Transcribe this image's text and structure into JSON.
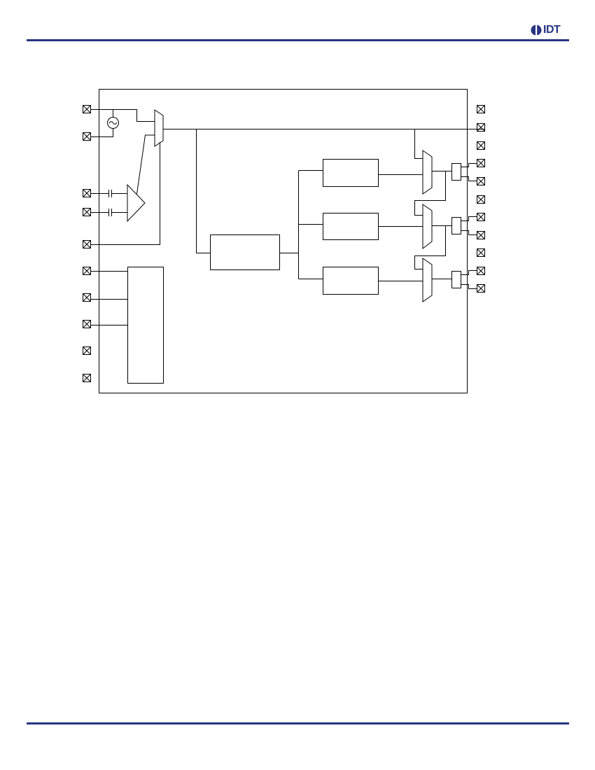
{
  "document": {
    "brand": {
      "logo_text": "IDT",
      "trademark": ".",
      "color": "#273583"
    },
    "rule_color": "#273583"
  },
  "diagram": {
    "stroke_color": "#000000",
    "left_pins": 10,
    "right_pins": 11
  }
}
